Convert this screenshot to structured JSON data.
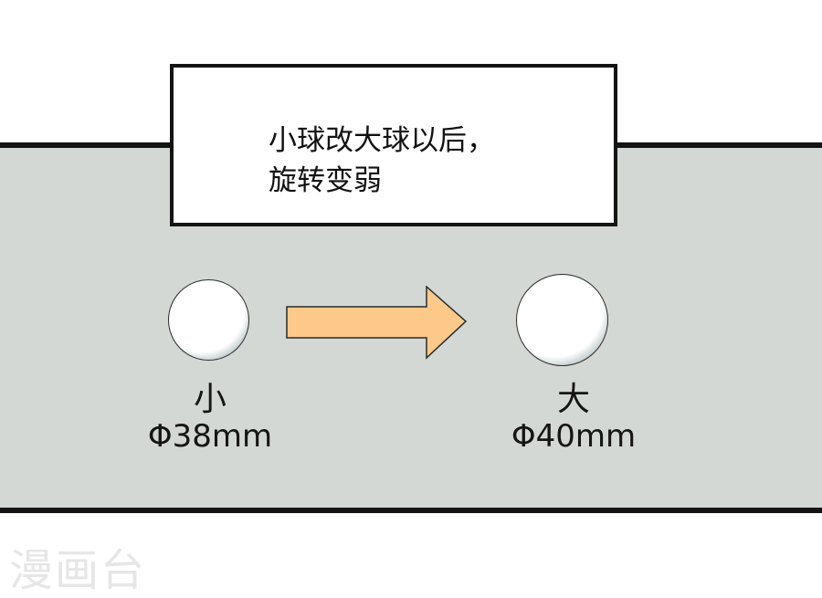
{
  "caption": {
    "line1": "小球改大球以后，",
    "line2": "旋转变弱",
    "text": "小球改大球以后，\n旋转变弱"
  },
  "balls": [
    {
      "size_label": "小",
      "diameter": "Φ38mm"
    },
    {
      "size_label": "大",
      "diameter": "Φ40mm"
    }
  ],
  "arrow": {
    "icon": "arrow-right-icon",
    "color": "#fdc98a"
  },
  "colors": {
    "panel_bg": "#d4d8d5",
    "border": "#141414",
    "ball_shadow": "#b9c6c6"
  },
  "watermark": "漫画台"
}
